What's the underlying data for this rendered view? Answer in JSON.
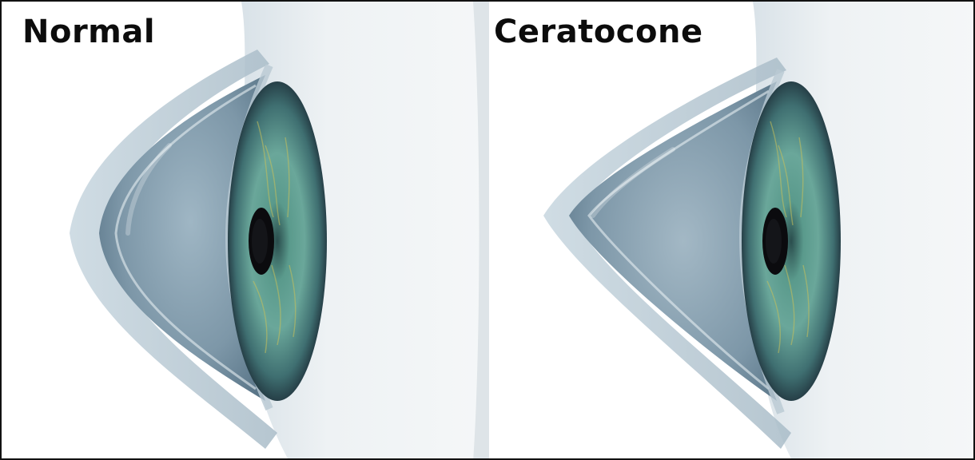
{
  "panels": [
    {
      "id": "normal",
      "label": "Normal",
      "cornea_shape": "rounded",
      "colors": {
        "sclera": "#eef2f4",
        "cornea": "#7d97a8",
        "iris": "#4f8a86",
        "iris_fibers": "#c9c15a",
        "pupil": "#0b0b0e"
      }
    },
    {
      "id": "ceratocone",
      "label": "Ceratocone",
      "cornea_shape": "conical",
      "colors": {
        "sclera": "#eef2f4",
        "cornea": "#7d97a8",
        "iris": "#4f8a86",
        "iris_fibers": "#c9c15a",
        "pupil": "#0b0b0e"
      }
    }
  ]
}
